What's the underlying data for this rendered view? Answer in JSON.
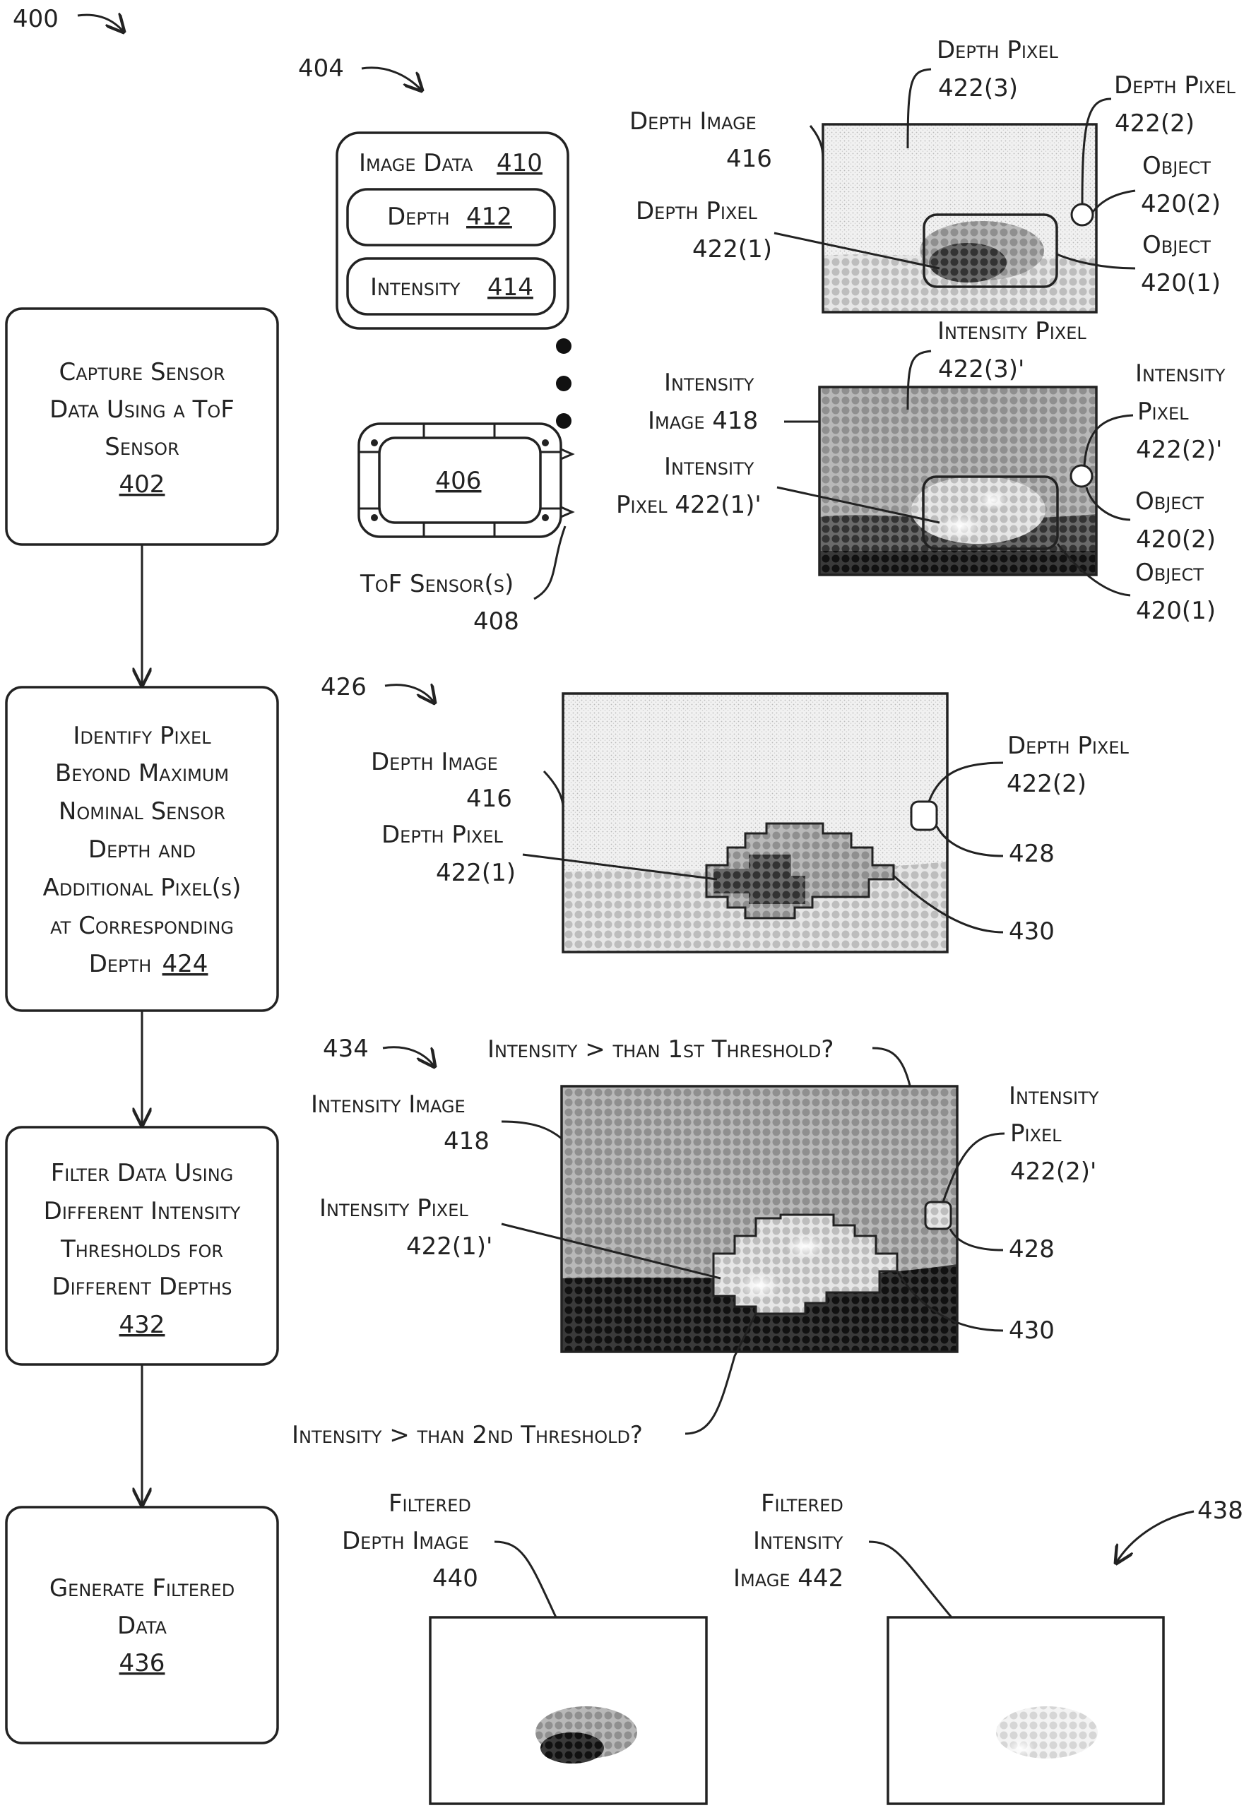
{
  "figure_ref": "400",
  "flow": [
    {
      "text": [
        "Capture Sensor",
        "Data Using a ToF",
        "Sensor"
      ],
      "ref": "402"
    },
    {
      "text": [
        "Identify Pixel",
        "Beyond Maximum",
        "Nominal Sensor",
        "Depth and",
        "Additional Pixel(s)",
        "at Corresponding",
        "Depth"
      ],
      "ref": "424"
    },
    {
      "text": [
        "Filter Data Using",
        "Different Intensity",
        "Thresholds for",
        "Different Depths"
      ],
      "ref": "432"
    },
    {
      "text": [
        "Generate Filtered",
        "Data"
      ],
      "ref": "436"
    }
  ],
  "panel_404": {
    "ref": "404",
    "image_data": {
      "label": "Image Data",
      "ref": "410"
    },
    "depth": {
      "label": "Depth",
      "ref": "412"
    },
    "intensity": {
      "label": "Intensity",
      "ref": "414"
    },
    "device_ref": "406",
    "tof_label": "ToF Sensor(s)",
    "tof_ref": "408",
    "depth_image": {
      "label": "Depth Image",
      "ref": "416"
    },
    "depth_pixel_3": {
      "label": "Depth Pixel",
      "ref": "422(3)"
    },
    "depth_pixel_2": {
      "label": "Depth Pixel",
      "ref": "422(2)"
    },
    "depth_pixel_1": {
      "label": "Depth Pixel",
      "ref": "422(1)"
    },
    "object_2": {
      "label": "Object",
      "ref": "420(2)"
    },
    "object_1": {
      "label": "Object",
      "ref": "420(1)"
    },
    "intensity_image": {
      "label1": "Intensity",
      "label2": "Image 418"
    },
    "intensity_pixel_3": {
      "label": "Intensity Pixel",
      "ref": "422(3)'"
    },
    "intensity_pixel_2": {
      "label1": "Intensity",
      "label2": "Pixel",
      "ref": "422(2)'"
    },
    "intensity_pixel_1": {
      "label1": "Intensity",
      "label2": "Pixel 422(1)'"
    },
    "object_2b": {
      "label": "Object",
      "ref": "420(2)"
    },
    "object_1b": {
      "label": "Object",
      "ref": "420(1)"
    }
  },
  "panel_426": {
    "ref": "426",
    "depth_image": {
      "label": "Depth Image",
      "ref": "416"
    },
    "depth_pixel_1": {
      "label": "Depth Pixel",
      "ref": "422(1)"
    },
    "depth_pixel_2": {
      "label": "Depth Pixel",
      "ref": "422(2)"
    },
    "ref_428": "428",
    "ref_430": "430"
  },
  "panel_434": {
    "ref": "434",
    "threshold_1": "Intensity > than 1st Threshold?",
    "threshold_2": "Intensity > than 2nd Threshold?",
    "intensity_image": {
      "label": "Intensity Image",
      "ref": "418"
    },
    "intensity_pixel_1": {
      "label": "Intensity Pixel",
      "ref": "422(1)'"
    },
    "intensity_pixel_2": {
      "label1": "Intensity",
      "label2": "Pixel",
      "ref": "422(2)'"
    },
    "ref_428": "428",
    "ref_430": "430"
  },
  "panel_438": {
    "ref": "438",
    "filtered_depth": {
      "label1": "Filtered",
      "label2": "Depth Image",
      "ref": "440"
    },
    "filtered_intensity": {
      "label1": "Filtered",
      "label2": "Intensity",
      "label3": "Image 442"
    }
  }
}
